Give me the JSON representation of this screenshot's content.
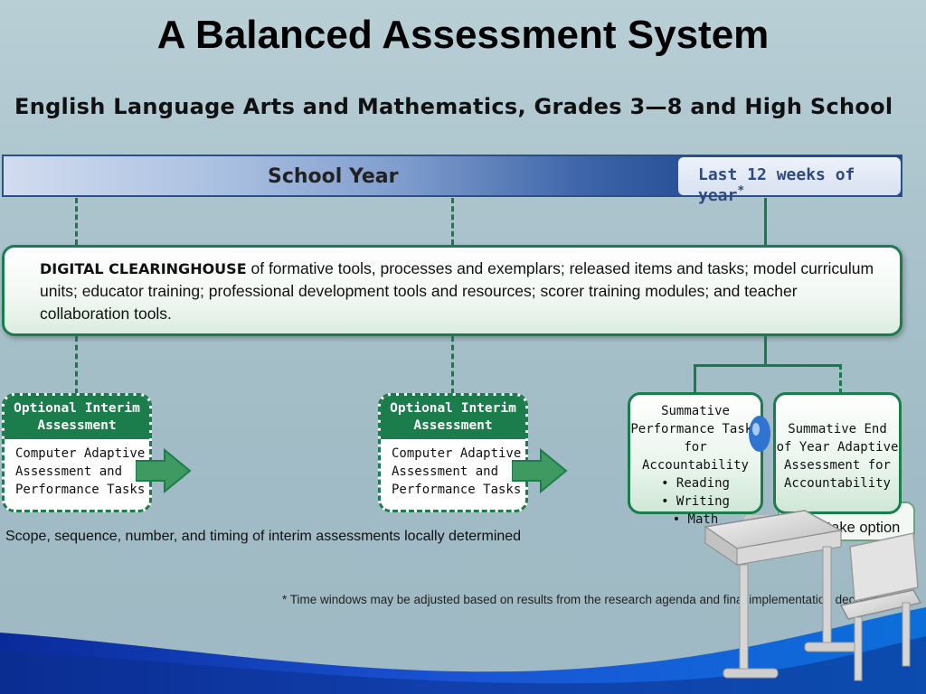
{
  "title": "A Balanced Assessment System",
  "subtitle": "English Language Arts and Mathematics, Grades 3—8 and High School",
  "timeline": {
    "school_year": "School Year",
    "last_weeks": "Last 12 weeks of year",
    "last_weeks_mark": "*"
  },
  "clearinghouse": {
    "heading": "DIGITAL CLEARINGHOUSE",
    "text": " of formative tools, processes and exemplars; released items and tasks; model curriculum units; educator training; professional development tools and resources; scorer training modules; and teacher collaboration tools."
  },
  "interim_boxes": [
    {
      "title_line1": "Optional Interim",
      "title_line2": "Assessment",
      "body_line1": "Computer Adaptive",
      "body_line2": "Assessment and",
      "body_line3": "Performance Tasks"
    },
    {
      "title_line1": "Optional Interim",
      "title_line2": "Assessment",
      "body_line1": "Computer Adaptive",
      "body_line2": "Assessment and",
      "body_line3": "Performance Tasks"
    }
  ],
  "summative_performance": {
    "line1": "Summative",
    "line2": "Performance Tasks",
    "line3": "for Accountability",
    "items": [
      "• Reading",
      "• Writing",
      "• Math"
    ]
  },
  "summative_end": {
    "line1": "Summative End",
    "line2": "of Year Adaptive",
    "line3": "Assessment for",
    "line4": "Accountability"
  },
  "retake": "Re-take option",
  "scope_note": "Scope, sequence, number, and timing of interim assessments locally determined",
  "footnote": "* Time windows may be adjusted based on results from the research agenda and final implementation decisions.",
  "colors": {
    "accent_green": "#1c7d4c",
    "bar_blue": "#1b4590"
  }
}
